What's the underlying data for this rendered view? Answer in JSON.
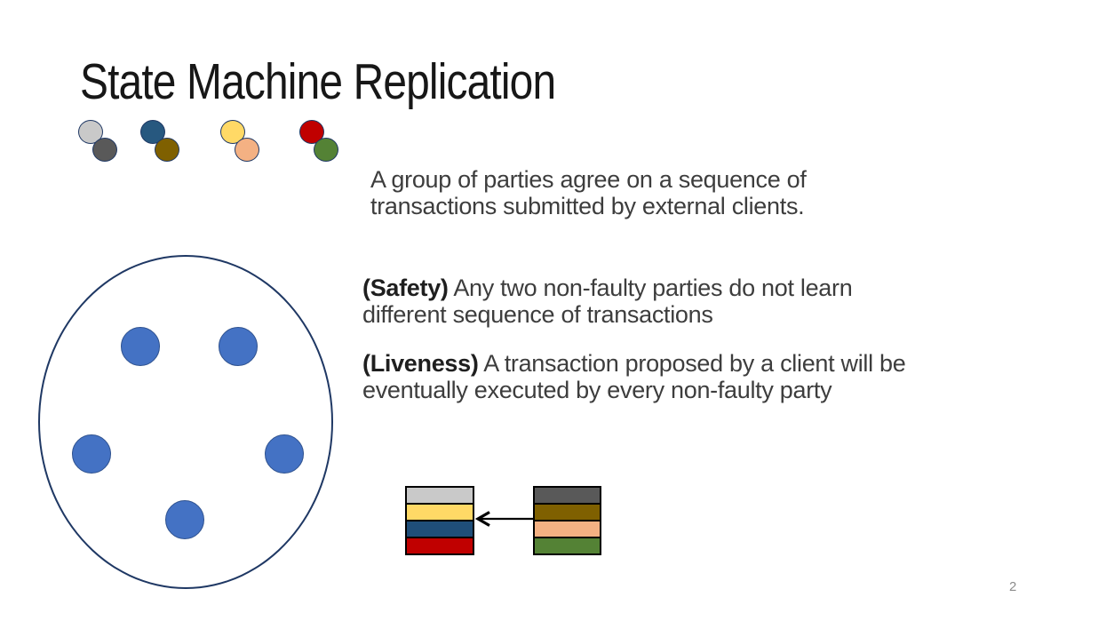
{
  "slide": {
    "title": "State Machine Replication",
    "page_number": "2"
  },
  "party_pairs": [
    {
      "top_color": "#C9C9C9",
      "bottom_color": "#595959"
    },
    {
      "top_color": "#27587F",
      "bottom_color": "#7F6000"
    },
    {
      "top_color": "#FFD966",
      "bottom_color": "#F4B183"
    },
    {
      "top_color": "#C00000",
      "bottom_color": "#548235"
    }
  ],
  "group_diagram": {
    "member_count": 5,
    "member_fill": "#4472C4",
    "member_border": "#2F528F",
    "ellipse_border": "#1F3864"
  },
  "paragraphs": {
    "intro": "A group of parties agree on a sequence of\ntransactions submitted by external clients.",
    "safety_label": "(Safety)",
    "safety_text": " Any two non-faulty parties do not learn\ndifferent sequence of transactions",
    "liveness_label": "(Liveness)",
    "liveness_text": " A transaction proposed by a client will be\neventually executed by every non-faulty party"
  },
  "log_diagram": {
    "left_stack_colors": [
      "#C9C9C9",
      "#FFD966",
      "#1F4E79",
      "#C00000"
    ],
    "right_stack_colors": [
      "#595959",
      "#7F6000",
      "#F4B183",
      "#548235"
    ],
    "arrow_color": "#000000"
  }
}
